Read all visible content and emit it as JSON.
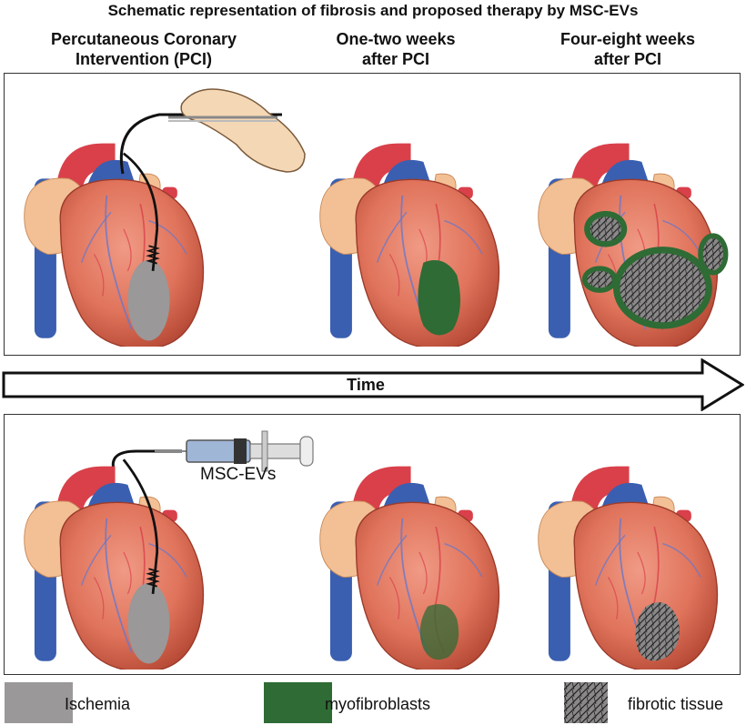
{
  "title": "Schematic representation of fibrosis and proposed therapy by MSC-EVs",
  "columns": [
    {
      "line1": "Percutaneous Coronary",
      "line2": "Intervention (PCI)"
    },
    {
      "line1": "One-two weeks",
      "line2": "after PCI"
    },
    {
      "line1": "Four-eight weeks",
      "line2": "after PCI"
    }
  ],
  "timeline": {
    "label": "Time"
  },
  "syringe": {
    "label": "MSC-EVs"
  },
  "legend": [
    {
      "label": "Ischemia",
      "color": "#9a9898"
    },
    {
      "label": "myofibroblasts",
      "color": "#2f6b35"
    },
    {
      "label": "fibrotic tissue",
      "color": "#8a8888"
    }
  ],
  "colors": {
    "heart": "#e0735b",
    "heart_dark": "#b64a36",
    "atrium": "#f3c095",
    "vessel_blue": "#3a5fb0",
    "vessel_red": "#d9404a",
    "ischemia": "#9a9898",
    "myofibroblasts": "#2f6b35"
  }
}
